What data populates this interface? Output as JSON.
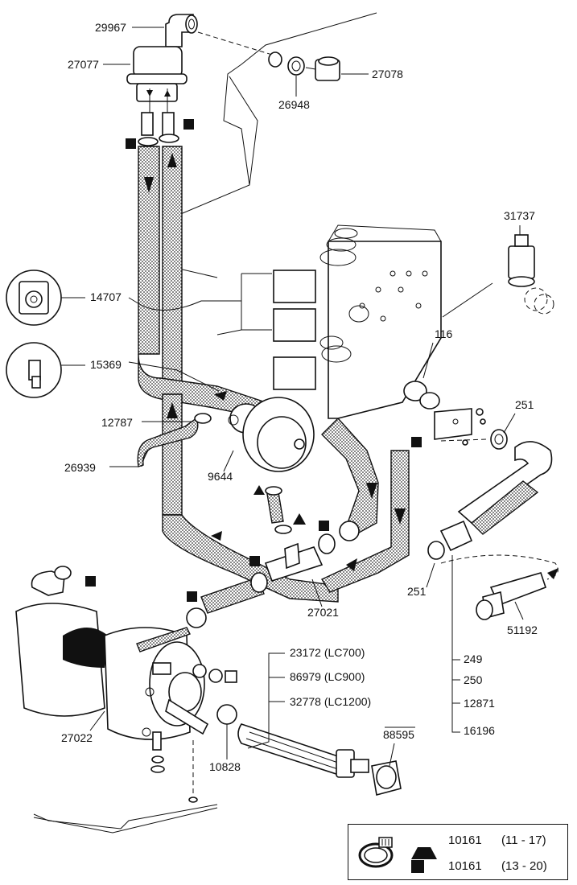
{
  "callouts": {
    "c29967": "29967",
    "c27077": "27077",
    "c27078": "27078",
    "c26948": "26948",
    "c31737": "31737",
    "c14707": "14707",
    "c116": "116",
    "c15369": "15369",
    "c251a": "251",
    "c12787": "12787",
    "c26939": "26939",
    "c9644": "9644",
    "c251b": "251",
    "c27021": "27021",
    "c51192": "51192",
    "c23172": "23172 (LC700)",
    "c86979": "86979 (LC900)",
    "c32778": "32778 (LC1200)",
    "c249": "249",
    "c250": "250",
    "c12871": "12871",
    "c16196": "16196",
    "c88595": "88595",
    "c27022": "27022",
    "c10828": "10828"
  },
  "legend": {
    "rows": [
      {
        "symbol": "triangle",
        "code": "10161",
        "range": "(11 - 17)"
      },
      {
        "symbol": "square",
        "code": "10161",
        "range": "(13 - 20)"
      }
    ]
  }
}
